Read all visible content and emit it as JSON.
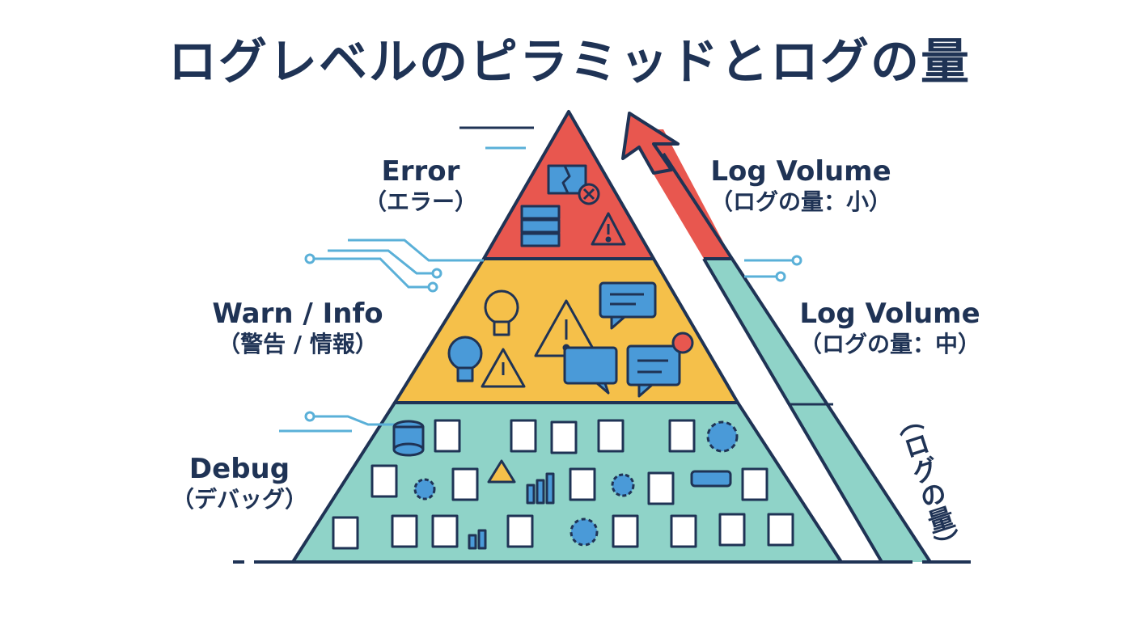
{
  "title": "ログレベルのピラミッドとログの量",
  "levels": {
    "error": {
      "name": "Error",
      "jp": "（エラー）",
      "color": "#e8574f"
    },
    "warn_info": {
      "name": "Warn / Info",
      "jp": "（警告 / 情報）",
      "color": "#f5c04a"
    },
    "debug": {
      "name": "Debug",
      "jp": "（デバッグ）",
      "color": "#8fd3c8"
    }
  },
  "volume": {
    "small_label": "Log Volume",
    "small_jp": "（ログの量：小）",
    "mid_label": "Log Volume",
    "mid_jp": "（ログの量：中）",
    "axis_label": "（ログの量）",
    "arrow_color": "#e8574f",
    "bar_color": "#8fd3c8"
  },
  "colors": {
    "outline": "#1f3355",
    "accent_blue": "#4a9ad8",
    "line_blue": "#5ab0d8"
  },
  "icons": {
    "error": [
      "broken-file-icon",
      "close-icon",
      "server-icon",
      "warning-icon"
    ],
    "warn_info": [
      "lightbulb-icon",
      "warning-icon",
      "chat-icon",
      "chat-alert-icon"
    ],
    "debug": [
      "database-icon",
      "document-icon",
      "gear-icon",
      "chart-icon",
      "code-icon"
    ]
  }
}
